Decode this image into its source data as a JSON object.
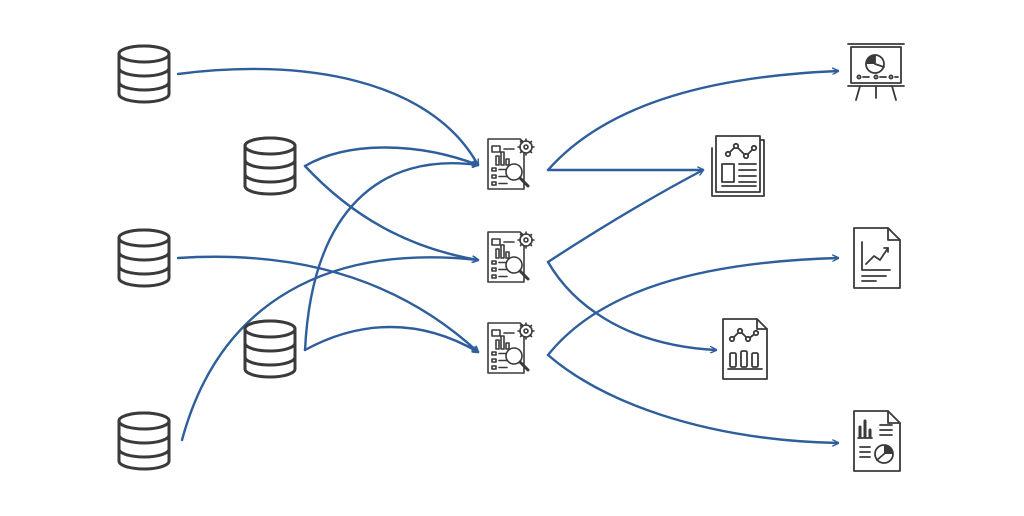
{
  "diagram": {
    "colors": {
      "edge": "#2E5E9C",
      "icon_stroke": "#3A3A3A",
      "background": "#FFFFFF"
    },
    "nodes": {
      "sources": [
        {
          "id": "db1",
          "icon": "database-icon"
        },
        {
          "id": "db2",
          "icon": "database-icon"
        },
        {
          "id": "db3",
          "icon": "database-icon"
        },
        {
          "id": "db4",
          "icon": "database-icon"
        },
        {
          "id": "db5",
          "icon": "database-icon"
        }
      ],
      "processors": [
        {
          "id": "p1",
          "icon": "data-analysis-report-icon"
        },
        {
          "id": "p2",
          "icon": "data-analysis-report-icon"
        },
        {
          "id": "p3",
          "icon": "data-analysis-report-icon"
        }
      ],
      "outputs": [
        {
          "id": "o1",
          "icon": "presentation-board-icon"
        },
        {
          "id": "o2",
          "icon": "newspaper-report-icon"
        },
        {
          "id": "o3",
          "icon": "line-chart-document-icon"
        },
        {
          "id": "o4",
          "icon": "chart-document-icon"
        },
        {
          "id": "o5",
          "icon": "pie-chart-report-icon"
        }
      ]
    },
    "edges": [
      {
        "from": "db1",
        "to": "p1"
      },
      {
        "from": "db2",
        "to": "p1"
      },
      {
        "from": "db2",
        "to": "p2"
      },
      {
        "from": "db3",
        "to": "p3"
      },
      {
        "from": "db4",
        "to": "p1"
      },
      {
        "from": "db4",
        "to": "p3"
      },
      {
        "from": "db5",
        "to": "p2"
      },
      {
        "from": "p1",
        "to": "o1"
      },
      {
        "from": "p1",
        "to": "o2"
      },
      {
        "from": "p2",
        "to": "o2"
      },
      {
        "from": "p2",
        "to": "o4"
      },
      {
        "from": "p3",
        "to": "o3"
      },
      {
        "from": "p3",
        "to": "o5"
      }
    ]
  }
}
